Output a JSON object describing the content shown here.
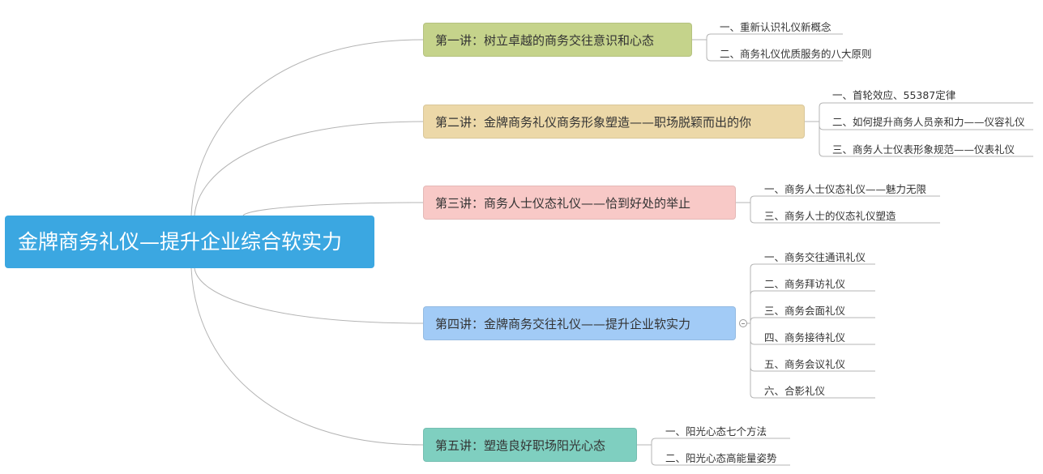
{
  "root": {
    "label": "金牌商务礼仪—提升企业综合软实力",
    "color": "#3ba7e1"
  },
  "line_color": "#b4b4b4",
  "branches": [
    {
      "label": "第一讲：树立卓越的商务交往意识和心态",
      "color": "#c5d38b",
      "children": [
        "一、重新认识礼仪新概念",
        "二、商务礼仪优质服务的八大原则"
      ]
    },
    {
      "label": "第二讲：金牌商务礼仪商务形象塑造——职场脱颖而出的你",
      "color": "#ecd8a8",
      "children": [
        "一、首轮效应、55387定律",
        "二、如何提升商务人员亲和力——仪容礼仪",
        "三、商务人士仪表形象规范——仪表礼仪"
      ]
    },
    {
      "label": "第三讲：商务人士仪态礼仪——恰到好处的举止",
      "color": "#f8c9c7",
      "children": [
        "一、商务人士仪态礼仪——魅力无限",
        "三、商务人士的仪态礼仪塑造"
      ]
    },
    {
      "label": "第四讲：金牌商务交往礼仪——提升企业软实力",
      "color": "#a2cbf6",
      "collapse_icon": "collapse-minus-icon",
      "children": [
        "一、商务交往通讯礼仪",
        "二、商务拜访礼仪",
        "三、商务会面礼仪",
        "四、商务接待礼仪",
        "五、商务会议礼仪",
        "六、合影礼仪"
      ]
    },
    {
      "label": "第五讲：塑造良好职场阳光心态",
      "color": "#7fcfc0",
      "children": [
        "一、阳光心态七个方法",
        "二、阳光心态高能量姿势"
      ]
    }
  ]
}
